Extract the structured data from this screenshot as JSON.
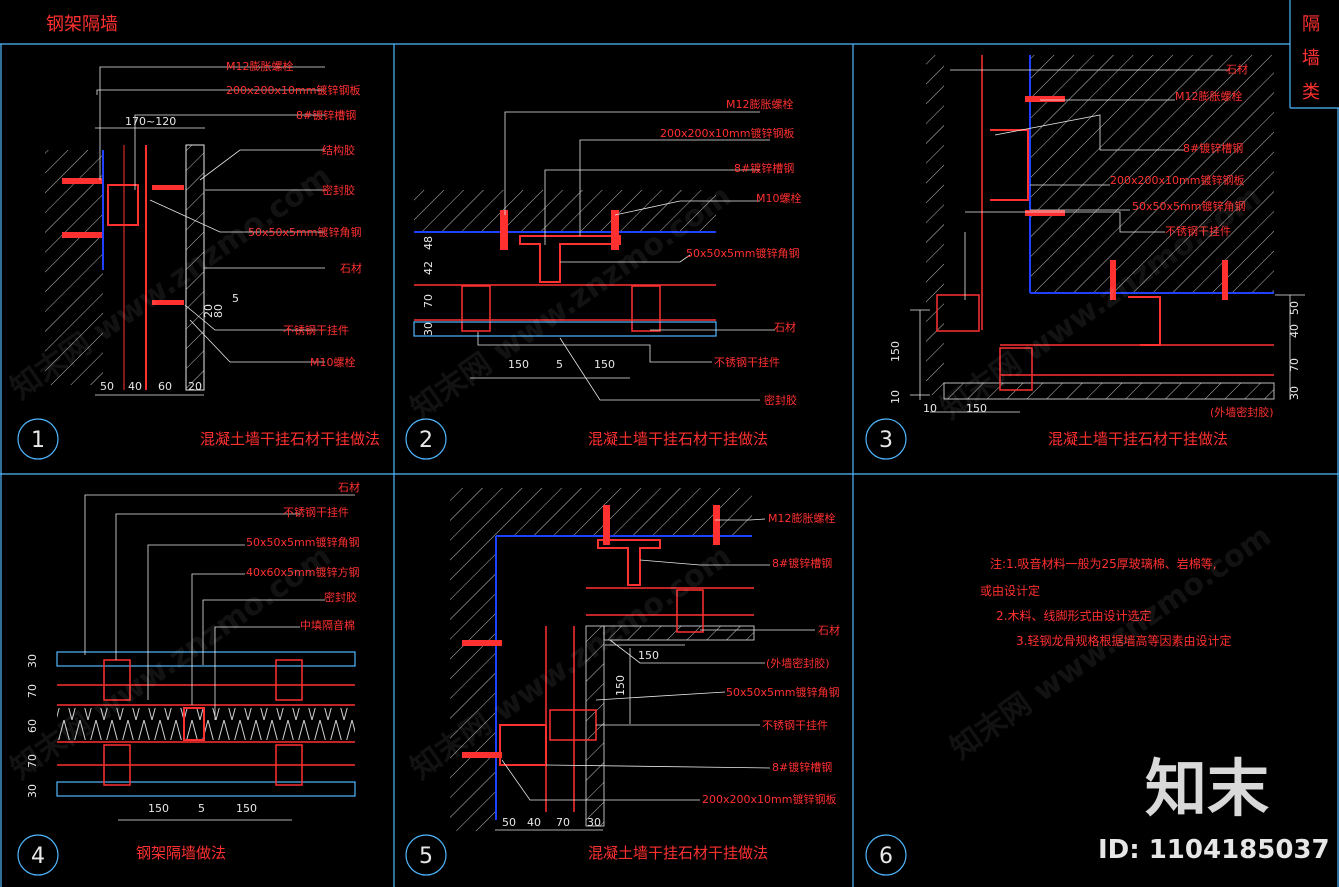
{
  "header": {
    "title": "钢架隔墙",
    "side_tab": [
      "隔",
      "墙",
      "类"
    ]
  },
  "panels": [
    {
      "number": "1",
      "title": "混凝土墙干挂石材干挂做法",
      "labels": [
        "M12膨胀螺栓",
        "200x200x10mm镀锌钢板",
        "8#镀锌槽钢",
        "结构胶",
        "密封胶",
        "50x50x5mm镀锌角钢",
        "石材",
        "不锈钢干挂件",
        "M10螺栓"
      ],
      "dims": [
        "170~120",
        "50",
        "40",
        "60",
        "20",
        "20",
        "80",
        "5"
      ]
    },
    {
      "number": "2",
      "title": "混凝土墙干挂石材干挂做法",
      "labels": [
        "M12膨胀螺栓",
        "200x200x10mm镀锌钢板",
        "8#镀锌槽钢",
        "M10螺栓",
        "50x50x5mm镀锌角钢",
        "石材",
        "不锈钢干挂件",
        "密封胶"
      ],
      "dims": [
        "48",
        "42",
        "70",
        "30",
        "150",
        "5",
        "150"
      ]
    },
    {
      "number": "3",
      "title": "混凝土墙干挂石材干挂做法",
      "labels": [
        "石材",
        "M12膨胀螺栓",
        "8#镀锌槽钢",
        "200x200x10mm镀锌钢板",
        "50x50x5mm镀锌角钢",
        "不锈钢干挂件",
        "(外墙密封胶)"
      ],
      "dims": [
        "150",
        "10",
        "10",
        "150",
        "50",
        "40",
        "70",
        "30"
      ]
    },
    {
      "number": "4",
      "title": "钢架隔墙做法",
      "labels": [
        "石材",
        "不锈钢干挂件",
        "50x50x5mm镀锌角钢",
        "40x60x5mm镀锌方钢",
        "密封胶",
        "中填隔音棉"
      ],
      "dims": [
        "30",
        "70",
        "60",
        "70",
        "30",
        "150",
        "5",
        "150"
      ]
    },
    {
      "number": "5",
      "title": "混凝土墙干挂石材干挂做法",
      "labels": [
        "M12膨胀螺栓",
        "8#镀锌槽钢",
        "石材",
        "(外墙密封胶)",
        "50x50x5mm镀锌角钢",
        "不锈钢干挂件",
        "8#镀锌槽钢",
        "200x200x10mm镀锌钢板"
      ],
      "dims": [
        "150",
        "150",
        "50",
        "40",
        "70",
        "30"
      ]
    },
    {
      "number": "6",
      "notes": [
        "注:1.吸音材料一般为25厚玻璃棉、岩棉等,",
        "或由设计定",
        "2.木料、线脚形式由设计选定",
        "3.轻钢龙骨规格根据墙高等因素由设计定"
      ]
    }
  ],
  "watermark": {
    "brand": "知末",
    "id_text": "ID: 1104185037",
    "repeat": [
      "知末网 www.znzmo.com"
    ]
  },
  "colors": {
    "background": "#000000",
    "frame": "#4fb8ff",
    "label": "#ff3030",
    "dimension": "#e8e8e8",
    "hatch": "#cfcfcf",
    "blue_edge": "#2040ff"
  }
}
